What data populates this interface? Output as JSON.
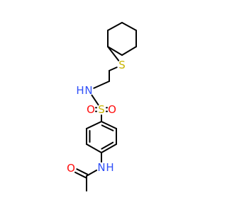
{
  "structure": {
    "kind": "chemical-structure",
    "colors": {
      "bond": "#000000",
      "carbon": "#000000",
      "nitrogen": "#3050f8",
      "oxygen": "#ff0d0d",
      "sulfur": "#c8b400"
    },
    "atoms": [
      {
        "element": "C"
      },
      {
        "element": "C"
      },
      {
        "element": "C"
      },
      {
        "element": "C"
      },
      {
        "element": "C"
      },
      {
        "element": "C"
      },
      {
        "element": "S",
        "label": "S"
      },
      {
        "element": "C"
      },
      {
        "element": "C"
      },
      {
        "element": "N",
        "label": "N",
        "h_count_label": "H"
      },
      {
        "element": "S",
        "label": "S"
      },
      {
        "element": "O",
        "label": "O"
      },
      {
        "element": "O",
        "label": "O"
      },
      {
        "element": "C"
      },
      {
        "element": "C"
      },
      {
        "element": "C"
      },
      {
        "element": "C"
      },
      {
        "element": "C"
      },
      {
        "element": "C"
      },
      {
        "element": "N",
        "label": "N",
        "h_count_label": "H"
      },
      {
        "element": "C"
      },
      {
        "element": "O",
        "label": "O"
      },
      {
        "element": "C"
      }
    ],
    "bonds": [
      {
        "from": 0,
        "to": 1,
        "order": 1
      },
      {
        "from": 1,
        "to": 2,
        "order": 1
      },
      {
        "from": 2,
        "to": 3,
        "order": 1
      },
      {
        "from": 3,
        "to": 4,
        "order": 1
      },
      {
        "from": 4,
        "to": 5,
        "order": 1
      },
      {
        "from": 5,
        "to": 0,
        "order": 1
      },
      {
        "from": 4,
        "to": 6,
        "order": 1
      },
      {
        "from": 6,
        "to": 7,
        "order": 1
      },
      {
        "from": 7,
        "to": 8,
        "order": 1
      },
      {
        "from": 8,
        "to": 9,
        "order": 1
      },
      {
        "from": 9,
        "to": 10,
        "order": 1
      },
      {
        "from": 10,
        "to": 11,
        "order": 2
      },
      {
        "from": 10,
        "to": 12,
        "order": 2
      },
      {
        "from": 10,
        "to": 13,
        "order": 1
      },
      {
        "from": 13,
        "to": 14,
        "order": 2
      },
      {
        "from": 14,
        "to": 15,
        "order": 1
      },
      {
        "from": 15,
        "to": 16,
        "order": 2
      },
      {
        "from": 16,
        "to": 17,
        "order": 1
      },
      {
        "from": 17,
        "to": 18,
        "order": 2
      },
      {
        "from": 18,
        "to": 13,
        "order": 1
      },
      {
        "from": 16,
        "to": 19,
        "order": 1
      },
      {
        "from": 19,
        "to": 20,
        "order": 1
      },
      {
        "from": 20,
        "to": 21,
        "order": 2
      },
      {
        "from": 20,
        "to": 22,
        "order": 1
      }
    ]
  }
}
